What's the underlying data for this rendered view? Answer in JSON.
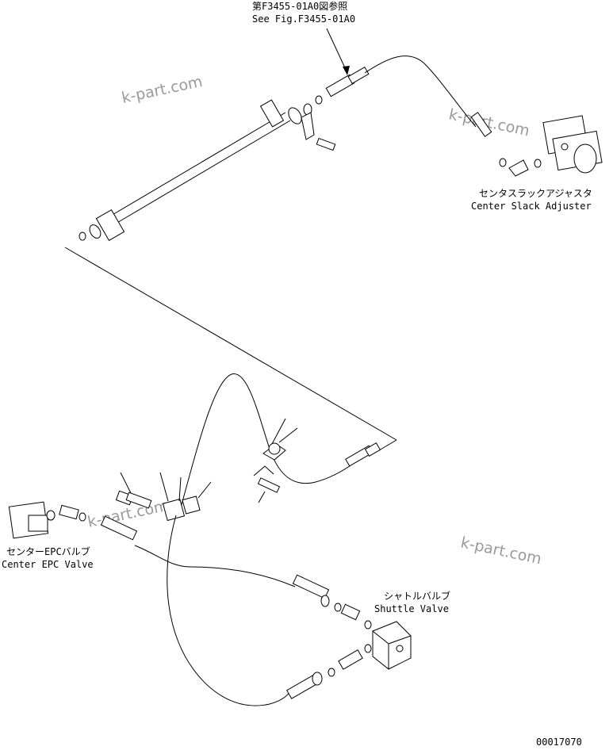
{
  "figure_code": "00017070",
  "reference": {
    "jp": "第F3455-01A0図参照",
    "en": "See Fig.F3455-01A0"
  },
  "components": {
    "center_slack_adjuster": {
      "jp": "センタスラックアジャスタ",
      "en": "Center Slack Adjuster"
    },
    "center_epc_valve": {
      "jp": "センターEPCバルブ",
      "en": "Center EPC Valve"
    },
    "shuttle_valve": {
      "jp": "シャトルバルブ",
      "en": "Shuttle Valve"
    }
  },
  "watermark": "k-part.com"
}
